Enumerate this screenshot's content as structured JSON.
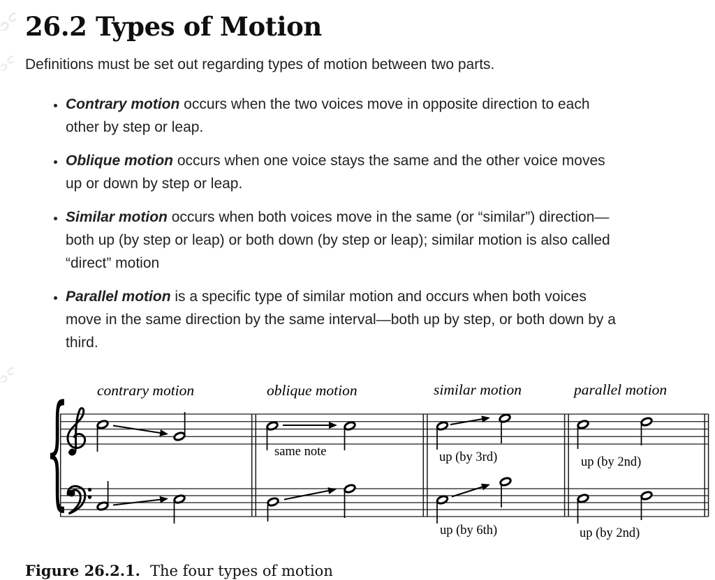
{
  "page": {
    "heading": "26.2 Types of Motion",
    "intro": "Definitions must be set out regarding types of motion between two parts.",
    "bullets": [
      {
        "term": "Contrary motion",
        "text": " occurs when the two voices move in opposite direction to each other by step or leap."
      },
      {
        "term": "Oblique motion",
        "text": " occurs when one voice stays the same and the other voice moves up or down by step or leap."
      },
      {
        "term": "Similar motion",
        "text": " occurs when both voices move in the same (or “similar”) direction—both up (by step or leap) or both down (by step or leap); similar motion is also called “direct” motion"
      },
      {
        "term": "Parallel motion",
        "text": " is a specific type of similar motion and occurs when both voices move in the same direction by the same interval—both up by step, or both down by a third."
      }
    ]
  },
  "figure": {
    "column_labels": [
      "contrary motion",
      "oblique motion",
      "similar motion",
      "parallel motion"
    ],
    "annotations": {
      "oblique_treble": "same note",
      "similar_treble": "up (by 3rd)",
      "similar_bass": "up (by 6th)",
      "parallel_treble": "up (by 2nd)",
      "parallel_bass": "up (by 2nd)"
    },
    "caption_label": "Figure 26.2.1.",
    "caption_text": "The four types of motion"
  },
  "colors": {
    "ink": "#000000",
    "body_text": "#222222",
    "anchor_icon": "#e9e9e9"
  }
}
